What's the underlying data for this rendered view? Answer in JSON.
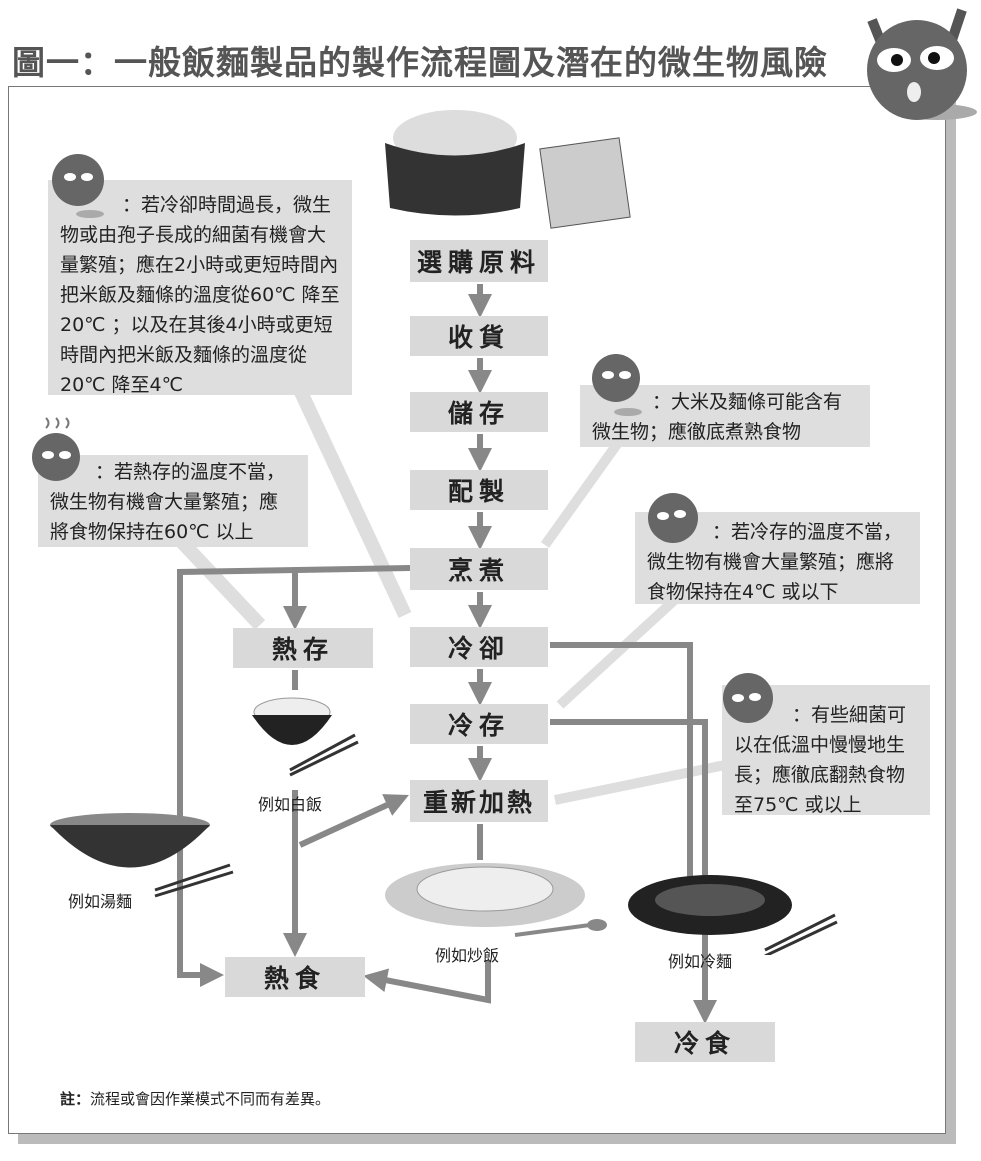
{
  "title": "圖一：一般飯麵製品的製作流程圖及潛在的微生物風險",
  "steps": {
    "buy": "選購原料",
    "receive": "收貨",
    "store": "儲存",
    "prepare": "配製",
    "cook": "烹煮",
    "cool": "冷卻",
    "cold_store": "冷存",
    "reheat": "重新加熱",
    "hot_hold": "熱存",
    "hot_serve": "熱食",
    "cold_serve": "冷食"
  },
  "callouts": {
    "cooling": "：若冷卻時間過長，微生物或由孢子長成的細菌有機會大量繁殖；應在2小時或更短時間內把米飯及麵條的溫度從60℃ 降至20℃ ；以及在其後4小時或更短時間內把米飯及麵條的溫度從20℃ 降至4℃",
    "cooking": "：大米及麵條可能含有微生物；應徹底煮熟食物",
    "hot_hold": "：若熱存的溫度不當，微生物有機會大量繁殖；應將食物保持在60℃ 以上",
    "cold_store": "：若冷存的溫度不當，微生物有機會大量繁殖；應將食物保持在4℃ 或以下",
    "reheat": "：有些細菌可以在低溫中慢慢地生長；應徹底翻熱食物至75℃ 或以上"
  },
  "examples": {
    "white_rice": "例如白飯",
    "soup_noodle": "例如湯麵",
    "fried_rice": "例如炒飯",
    "cold_noodle": "例如冷麵"
  },
  "note": {
    "label": "註：",
    "text": "流程或會因作業模式不同而有差異。"
  }
}
